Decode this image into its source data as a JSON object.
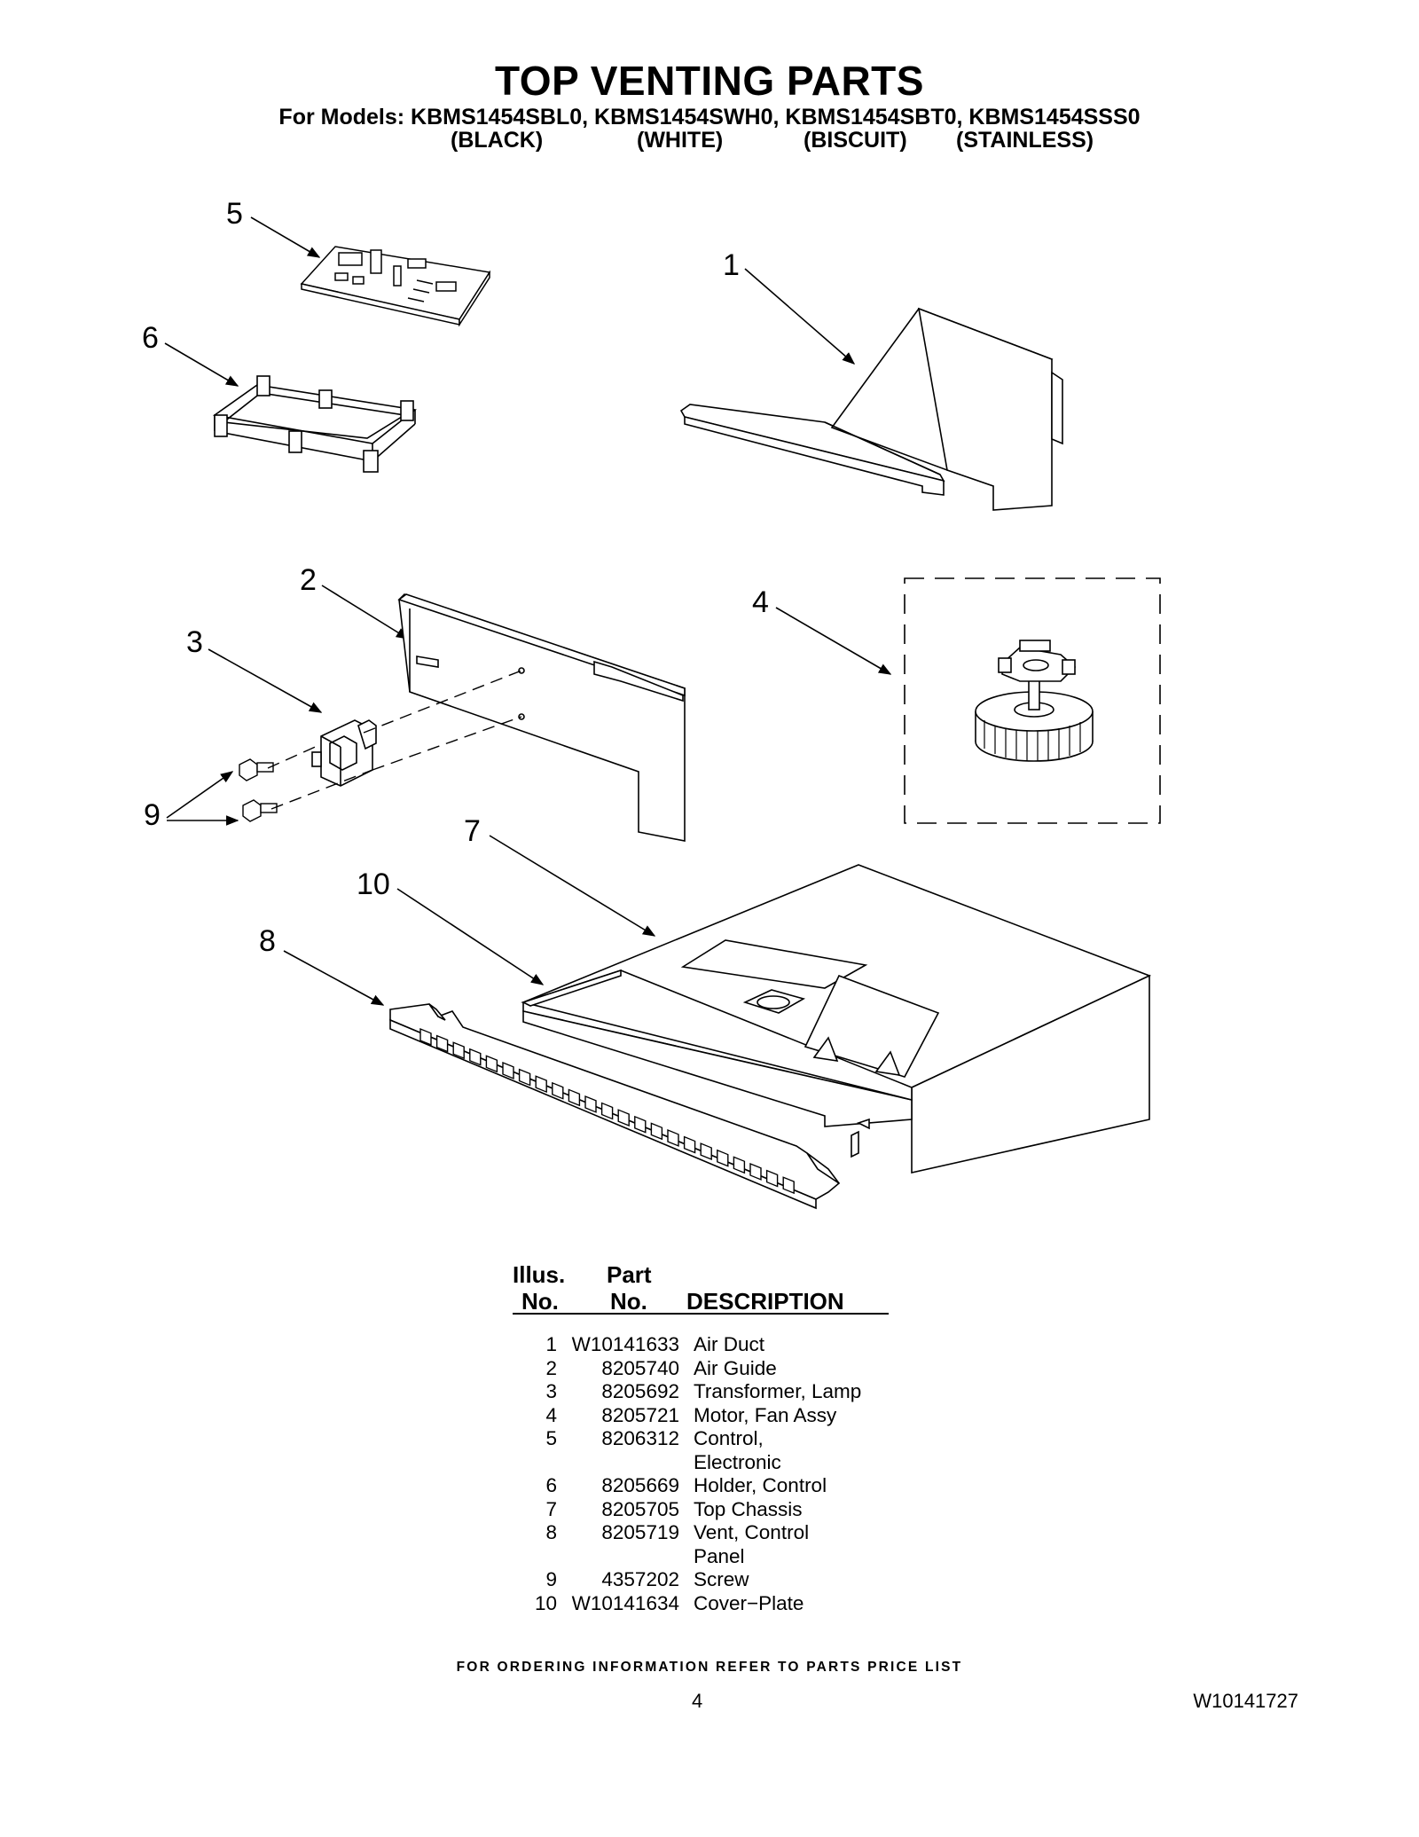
{
  "header": {
    "title": "TOP VENTING PARTS",
    "models_line": "For Models: KBMS1454SBL0, KBMS1454SWH0, KBMS1454SBT0, KBMS1454SSS0",
    "colors": [
      "(BLACK)",
      "(WHITE)",
      "(BISCUIT)",
      "(STAINLESS)"
    ]
  },
  "callouts": [
    "1",
    "2",
    "3",
    "4",
    "5",
    "6",
    "7",
    "8",
    "9",
    "10"
  ],
  "parts_table": {
    "headers": {
      "illus_top": "Illus.",
      "illus_bottom": "No.",
      "part_top": "Part",
      "part_bottom": "No.",
      "description": "DESCRIPTION"
    },
    "rows": [
      {
        "no": "1",
        "part": "W10141633",
        "desc": "Air Duct"
      },
      {
        "no": "2",
        "part": "8205740",
        "desc": "Air Guide"
      },
      {
        "no": "3",
        "part": "8205692",
        "desc": "Transformer, Lamp"
      },
      {
        "no": "4",
        "part": "8205721",
        "desc": "Motor, Fan Assy"
      },
      {
        "no": "5",
        "part": "8206312",
        "desc": "Control,"
      },
      {
        "no": "",
        "part": "",
        "desc": "Electronic"
      },
      {
        "no": "6",
        "part": "8205669",
        "desc": "Holder, Control"
      },
      {
        "no": "7",
        "part": "8205705",
        "desc": "Top Chassis"
      },
      {
        "no": "8",
        "part": "8205719",
        "desc": "Vent, Control"
      },
      {
        "no": "",
        "part": "",
        "desc": "Panel"
      },
      {
        "no": "9",
        "part": "4357202",
        "desc": "Screw"
      },
      {
        "no": "10",
        "part": "W10141634",
        "desc": "Cover−Plate"
      }
    ]
  },
  "footer": {
    "ordering_note": "FOR ORDERING INFORMATION REFER TO PARTS PRICE LIST",
    "page_number": "4",
    "document_number": "W10141727"
  }
}
